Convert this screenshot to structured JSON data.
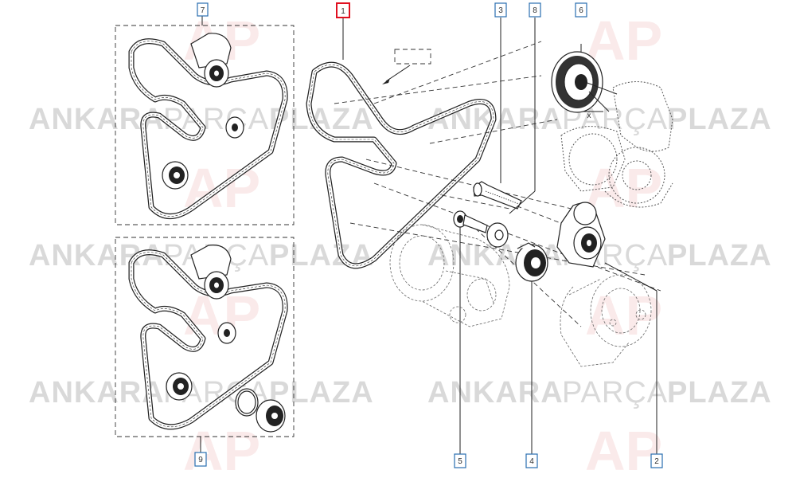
{
  "watermark": {
    "line_prefix": "ANKARA",
    "line_middle": "PARÇA",
    "line_suffix": "PLAZA",
    "logo_letters": "AP"
  },
  "callouts": [
    {
      "id": "7",
      "label": "7",
      "active": false
    },
    {
      "id": "1",
      "label": "1",
      "active": true
    },
    {
      "id": "3",
      "label": "3",
      "active": false
    },
    {
      "id": "8",
      "label": "8",
      "active": false
    },
    {
      "id": "6",
      "label": "6",
      "active": false
    },
    {
      "id": "9",
      "label": "9",
      "active": false
    },
    {
      "id": "5",
      "label": "5",
      "active": false
    },
    {
      "id": "4",
      "label": "4",
      "active": false
    },
    {
      "id": "2",
      "label": "2",
      "active": false
    }
  ],
  "dimension_mark": "x",
  "colors": {
    "active_callout": "#e01020",
    "callout_border": "#2a6fb0",
    "watermark": "#d9d9d9",
    "line": "#222222"
  }
}
